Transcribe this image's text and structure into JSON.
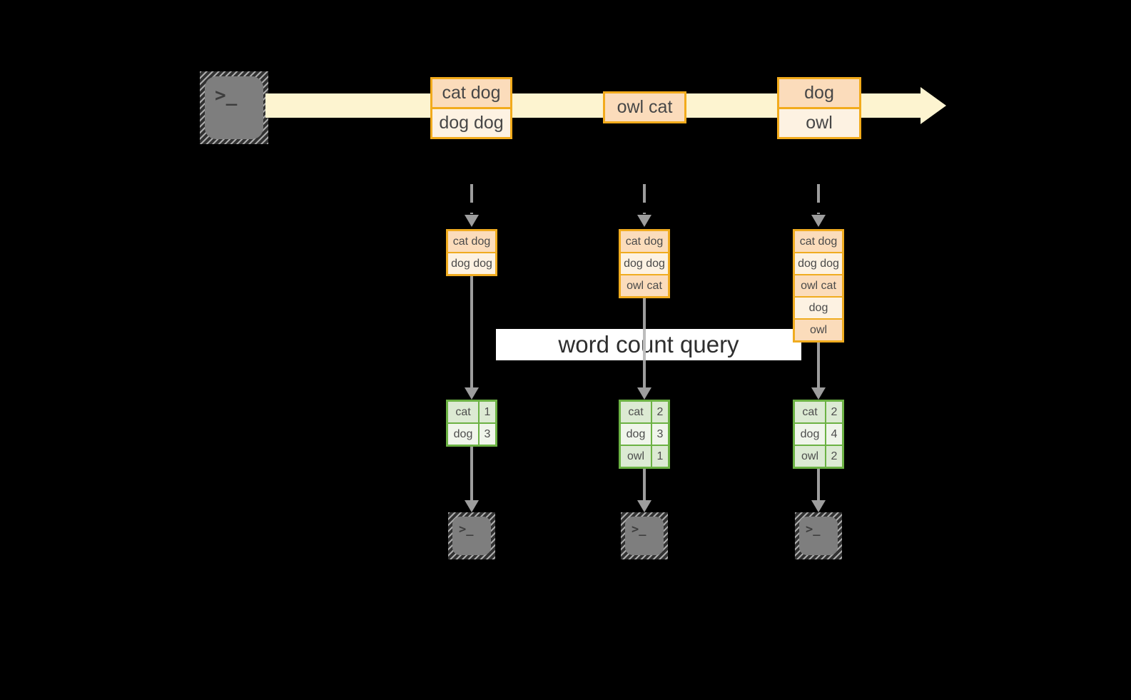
{
  "query_label": "word count query",
  "icons": {
    "terminal_prompt": ">_"
  },
  "colors": {
    "background": "#000000",
    "stream_band": "#fdf4d0",
    "record_border": "#f2ab1c",
    "record_fill_dark": "#fbdcbb",
    "record_fill_light": "#fdf2e2",
    "table_border": "#6cb244",
    "table_fill_dark": "#dcead3",
    "table_fill_light": "#f0f5eb",
    "arrow_gray": "#9d9d9d",
    "terminal_gray": "#7e7e7e",
    "query_band_bg": "#ffffff"
  },
  "pipelines": [
    {
      "stream_record": {
        "rows": [
          {
            "text": "cat dog"
          },
          {
            "text": "dog dog"
          }
        ]
      },
      "state_rows": [
        {
          "text": "cat dog"
        },
        {
          "text": "dog dog"
        }
      ],
      "counts": {
        "rows": [
          {
            "word": "cat",
            "count": "1"
          },
          {
            "word": "dog",
            "count": "3"
          }
        ]
      }
    },
    {
      "stream_record": {
        "rows": [
          {
            "text": "owl cat"
          }
        ]
      },
      "state_rows": [
        {
          "text": "cat dog"
        },
        {
          "text": "dog dog"
        },
        {
          "text": "owl cat"
        }
      ],
      "counts": {
        "rows": [
          {
            "word": "cat",
            "count": "2"
          },
          {
            "word": "dog",
            "count": "3"
          },
          {
            "word": "owl",
            "count": "1"
          }
        ]
      }
    },
    {
      "stream_record": {
        "rows": [
          {
            "text": "dog"
          },
          {
            "text": "owl"
          }
        ]
      },
      "state_rows": [
        {
          "text": "cat dog"
        },
        {
          "text": "dog dog"
        },
        {
          "text": "owl cat"
        },
        {
          "text": "dog"
        },
        {
          "text": "owl"
        }
      ],
      "counts": {
        "rows": [
          {
            "word": "cat",
            "count": "2"
          },
          {
            "word": "dog",
            "count": "4"
          },
          {
            "word": "owl",
            "count": "2"
          }
        ]
      }
    }
  ]
}
